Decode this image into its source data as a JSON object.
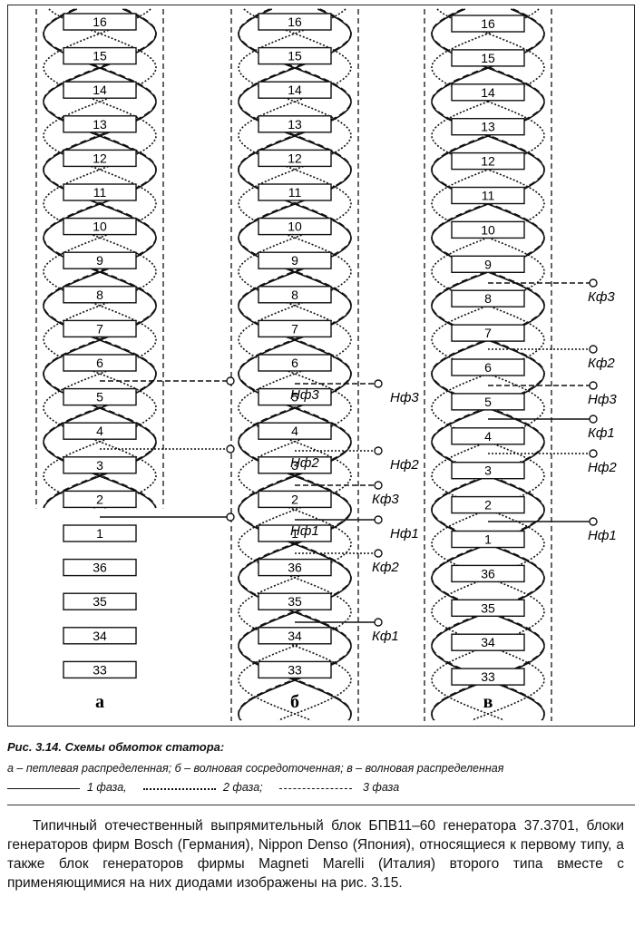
{
  "panels": [
    {
      "id": "a",
      "label": "а",
      "slots": [
        "16",
        "15",
        "14",
        "13",
        "12",
        "11",
        "10",
        "9",
        "8",
        "7",
        "6",
        "5",
        "4",
        "3",
        "2",
        "1",
        "36",
        "35",
        "34",
        "33"
      ],
      "terminals": [
        "Нф3",
        "Нф2",
        "Нф1"
      ]
    },
    {
      "id": "b",
      "label": "б",
      "slots": [
        "16",
        "15",
        "14",
        "13",
        "12",
        "11",
        "10",
        "9",
        "8",
        "7",
        "6",
        "5",
        "4",
        "3",
        "2",
        "1",
        "36",
        "35",
        "34",
        "33"
      ],
      "terminals": [
        "Нф3",
        "Нф2",
        "Кф3",
        "Нф1",
        "Кф2",
        "Кф1"
      ]
    },
    {
      "id": "v",
      "label": "в",
      "slots": [
        "16",
        "15",
        "14",
        "13",
        "12",
        "11",
        "10",
        "9",
        "8",
        "7",
        "6",
        "5",
        "4",
        "3",
        "2",
        "1",
        "36",
        "35",
        "34",
        "33"
      ],
      "terminals": [
        "Кф3",
        "Кф2",
        "Нф3",
        "Кф1",
        "Нф2",
        "Нф1"
      ]
    }
  ],
  "caption": {
    "title": "Рис. 3.14. Схемы обмоток статора:",
    "line": "а – петлевая распределенная; б – волновая сосредоточенная; в – волновая распределенная",
    "legend": [
      {
        "style": "solid",
        "label": "1 фаза,"
      },
      {
        "style": "dotted",
        "label": "2 фаза;"
      },
      {
        "style": "dashed",
        "label": "3 фаза"
      }
    ]
  },
  "body_text": "Типичный отечественный выпрямительный блок БПВ11–60 генератора 37.3701, блоки генераторов фирм Bosch (Германия), Nippon Denso (Япония), относящиеся к первому типу, а также блок генераторов фирмы Magneti Marelli (Италия) второго типа вместе с применяющимися на них диодами изображены на рис. 3.15."
}
